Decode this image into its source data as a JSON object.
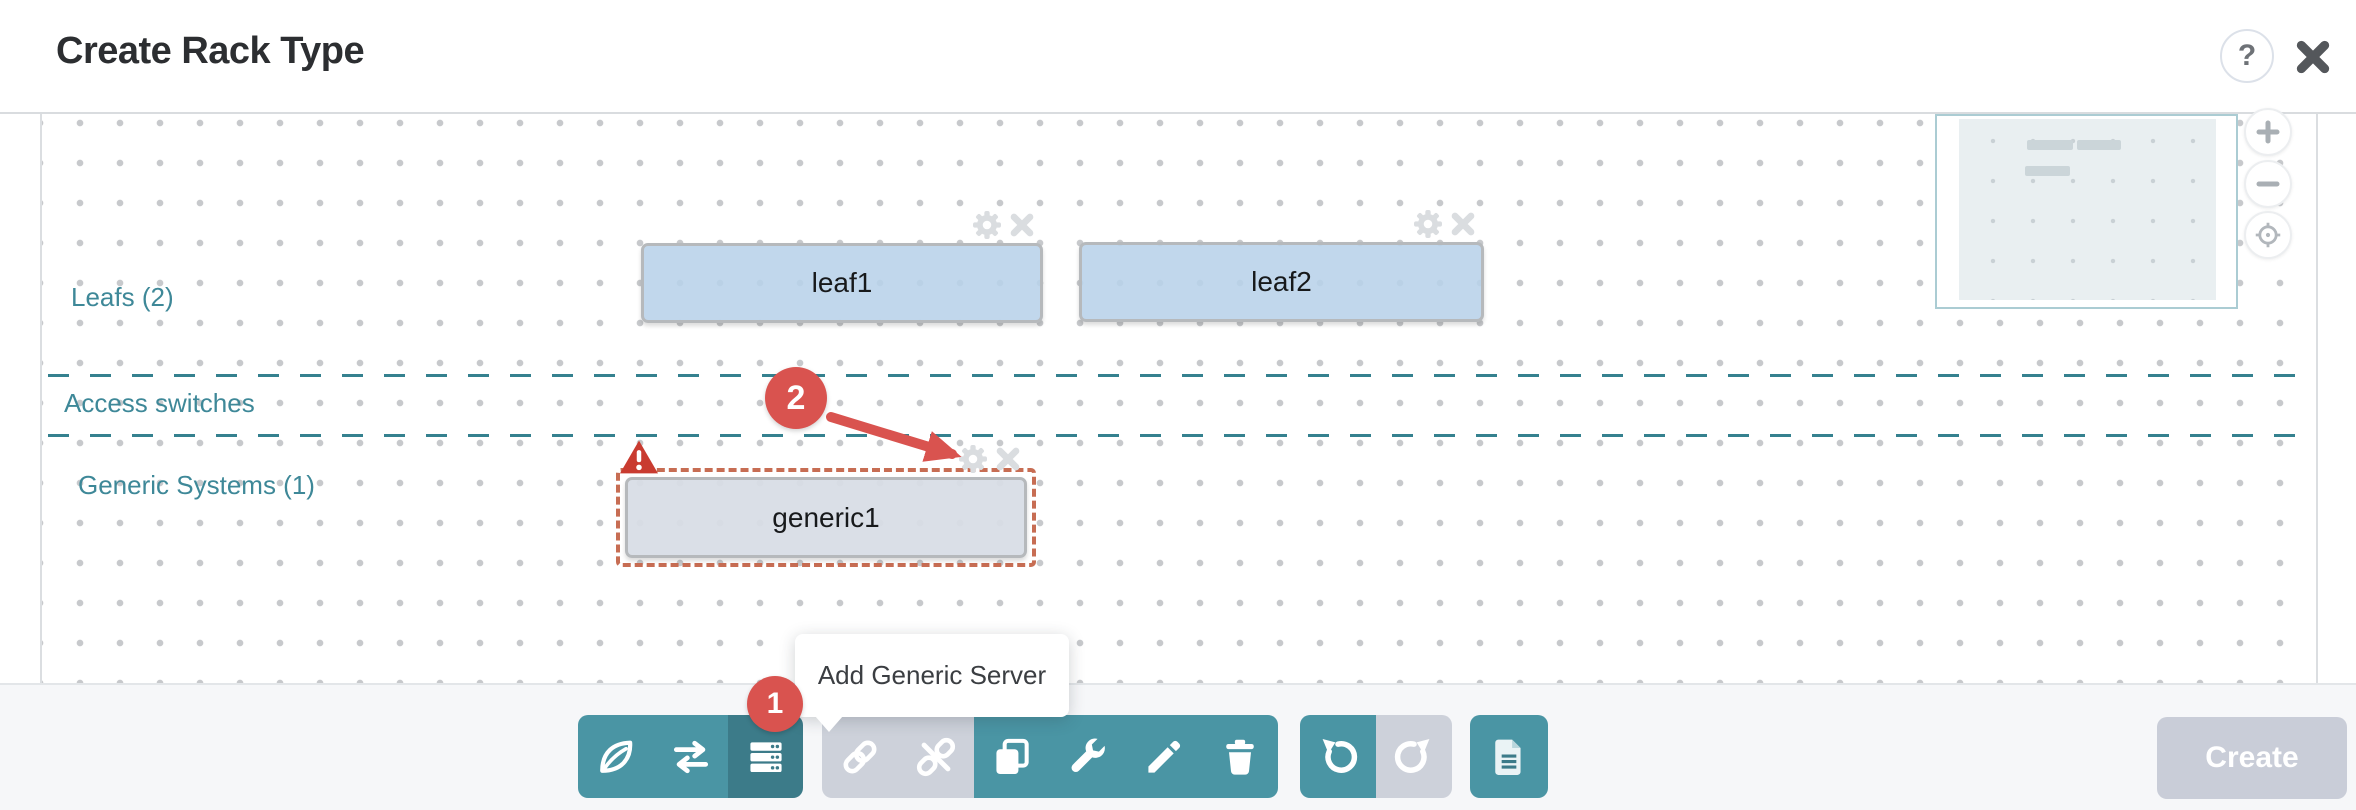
{
  "header": {
    "title": "Create Rack Type",
    "help_label": "?"
  },
  "rows": {
    "leafs": {
      "label": "Leafs (2)"
    },
    "access": {
      "label": "Access switches"
    },
    "generic": {
      "label": "Generic Systems (1)"
    }
  },
  "nodes": {
    "leaf1": {
      "label": "leaf1"
    },
    "leaf2": {
      "label": "leaf2"
    },
    "generic1": {
      "label": "generic1",
      "warning": true
    }
  },
  "annotations": {
    "step1": {
      "label": "1"
    },
    "step2": {
      "label": "2"
    }
  },
  "tooltip": {
    "text": "Add Generic Server"
  },
  "toolbar": {
    "groups": [
      {
        "buttons": [
          {
            "name": "add-leaf",
            "icon": "leaf-icon",
            "state": "normal"
          },
          {
            "name": "add-access-switch",
            "icon": "swap-arrows-icon",
            "state": "normal"
          },
          {
            "name": "add-generic-server",
            "icon": "rack-server-icon",
            "state": "active"
          }
        ]
      },
      {
        "buttons": [
          {
            "name": "add-link",
            "icon": "link-icon",
            "state": "disabled"
          },
          {
            "name": "remove-link",
            "icon": "unlink-icon",
            "state": "disabled"
          },
          {
            "name": "clone",
            "icon": "copy-icon",
            "state": "normal"
          },
          {
            "name": "edit-properties",
            "icon": "wrench-icon",
            "state": "normal"
          },
          {
            "name": "rename",
            "icon": "pencil-icon",
            "state": "normal"
          },
          {
            "name": "delete",
            "icon": "trash-icon",
            "state": "normal"
          }
        ]
      },
      {
        "buttons": [
          {
            "name": "undo",
            "icon": "undo-icon",
            "state": "normal"
          },
          {
            "name": "redo",
            "icon": "redo-icon",
            "state": "disabled"
          }
        ]
      },
      {
        "buttons": [
          {
            "name": "preview-json",
            "icon": "document-icon",
            "state": "normal"
          }
        ]
      }
    ]
  },
  "node_actions": {
    "settings": "gear-icon",
    "remove": "x-icon"
  },
  "minimap": {
    "zoom_in": "plus-icon",
    "zoom_out": "minus-icon",
    "fit": "crosshair-icon"
  },
  "footer": {
    "create_label": "Create"
  },
  "colors": {
    "accent_teal": "#4a95a4",
    "active_teal": "#3c7b89",
    "disabled_gray": "#cdd1da",
    "danger_red": "#d9534f",
    "node_blue": "#b8d2e9",
    "node_generic_gray": "#d8dde6",
    "teal_text": "#3e8898",
    "dashed_orange": "#c76d53",
    "footer_bg": "#f6f7f9"
  }
}
